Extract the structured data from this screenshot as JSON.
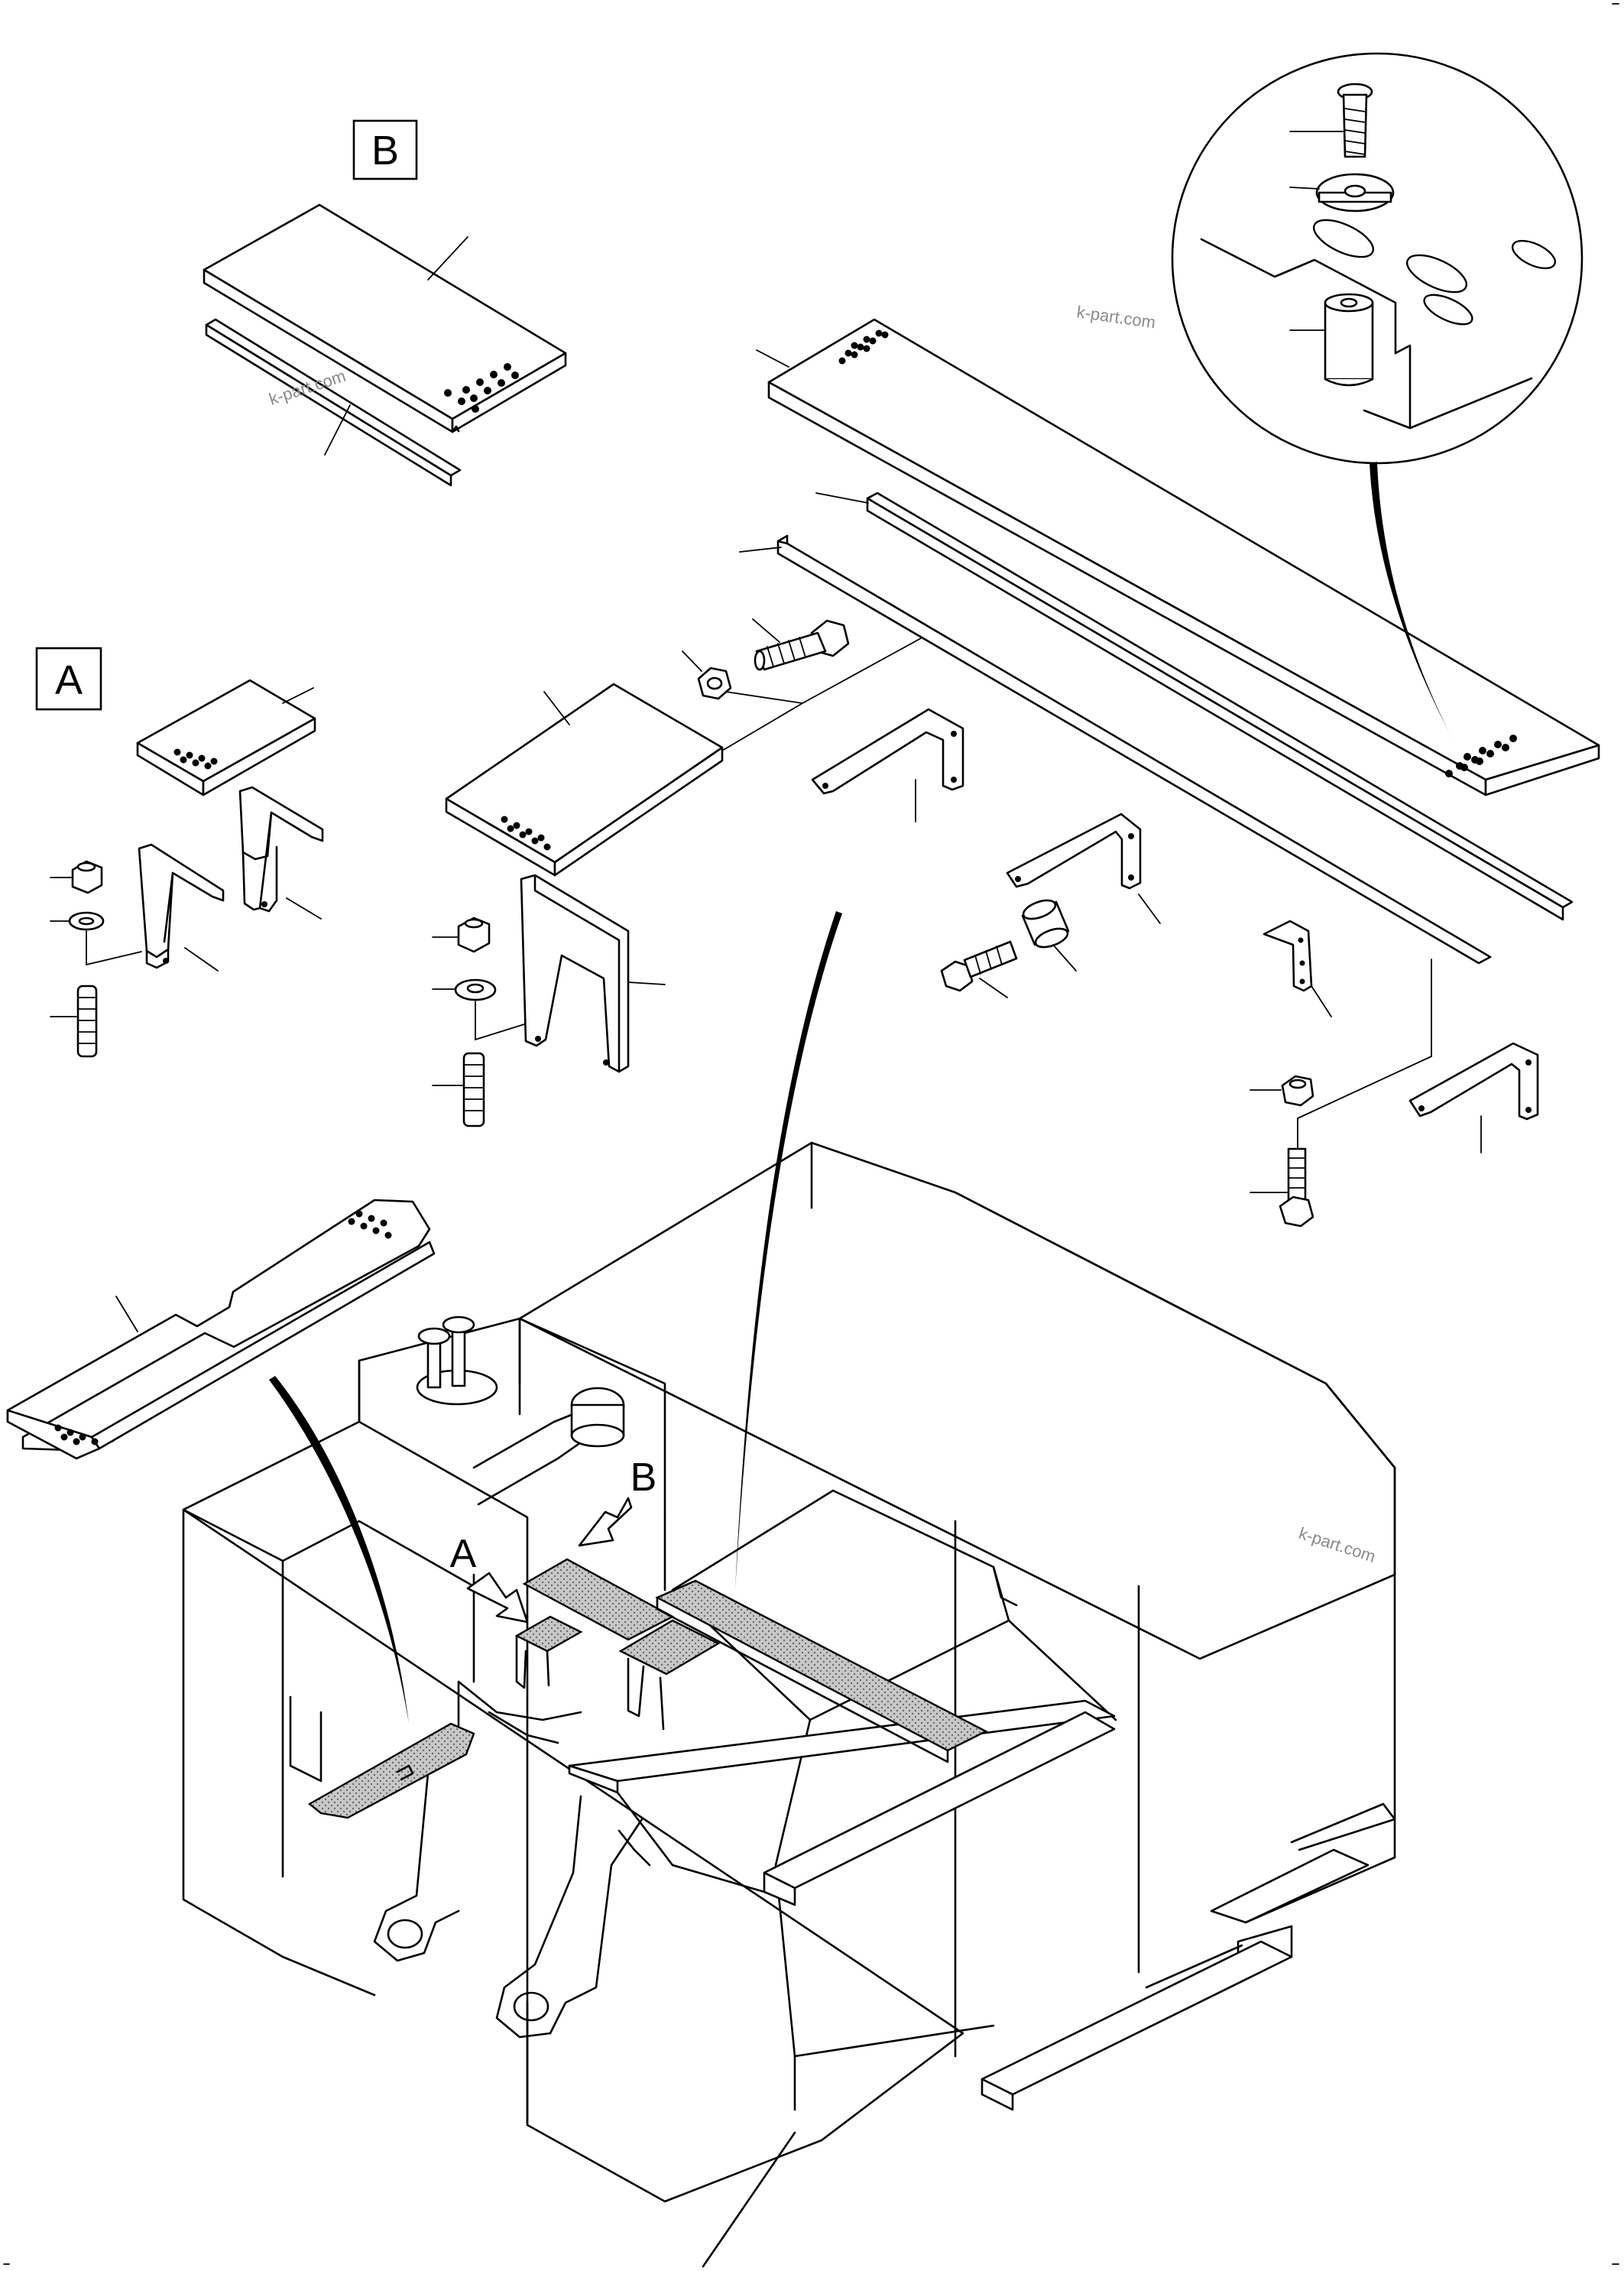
{
  "labels": {
    "view_a_box": "A",
    "view_b_box": "B",
    "pointer_a": "A",
    "pointer_b": "B"
  },
  "watermarks": [
    "k-part.com",
    "k-part.com",
    "k-part.com"
  ]
}
